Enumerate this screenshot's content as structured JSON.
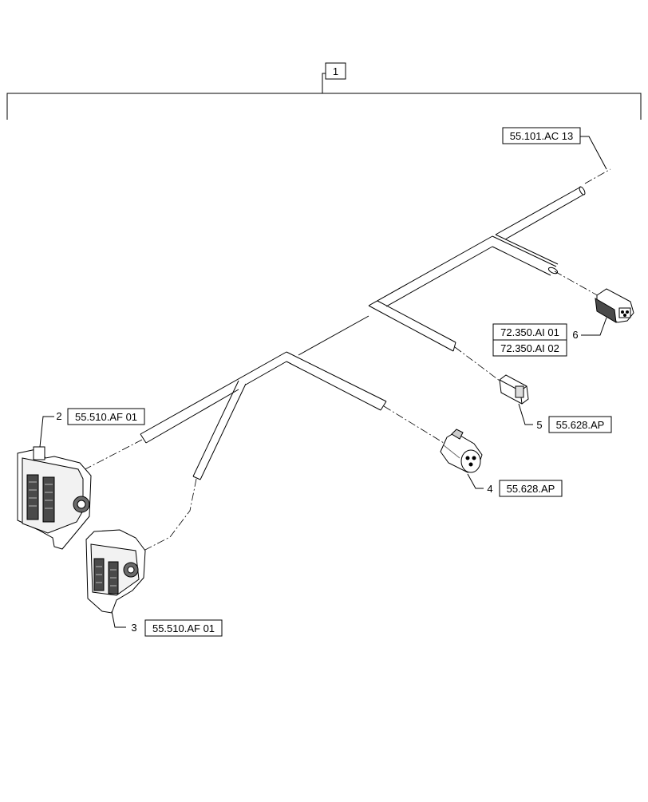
{
  "title_item": "1",
  "references": {
    "top": "55.101.AC 13",
    "item2": "55.510.AF 01",
    "item3": "55.510.AF 01",
    "item4": "55.628.AP",
    "item5": "55.628.AP",
    "item6_a": "72.350.AI 01",
    "item6_b": "72.350.AI 02"
  },
  "item_numbers": {
    "n2": "2",
    "n3": "3",
    "n4": "4",
    "n5": "5",
    "n6": "6"
  }
}
